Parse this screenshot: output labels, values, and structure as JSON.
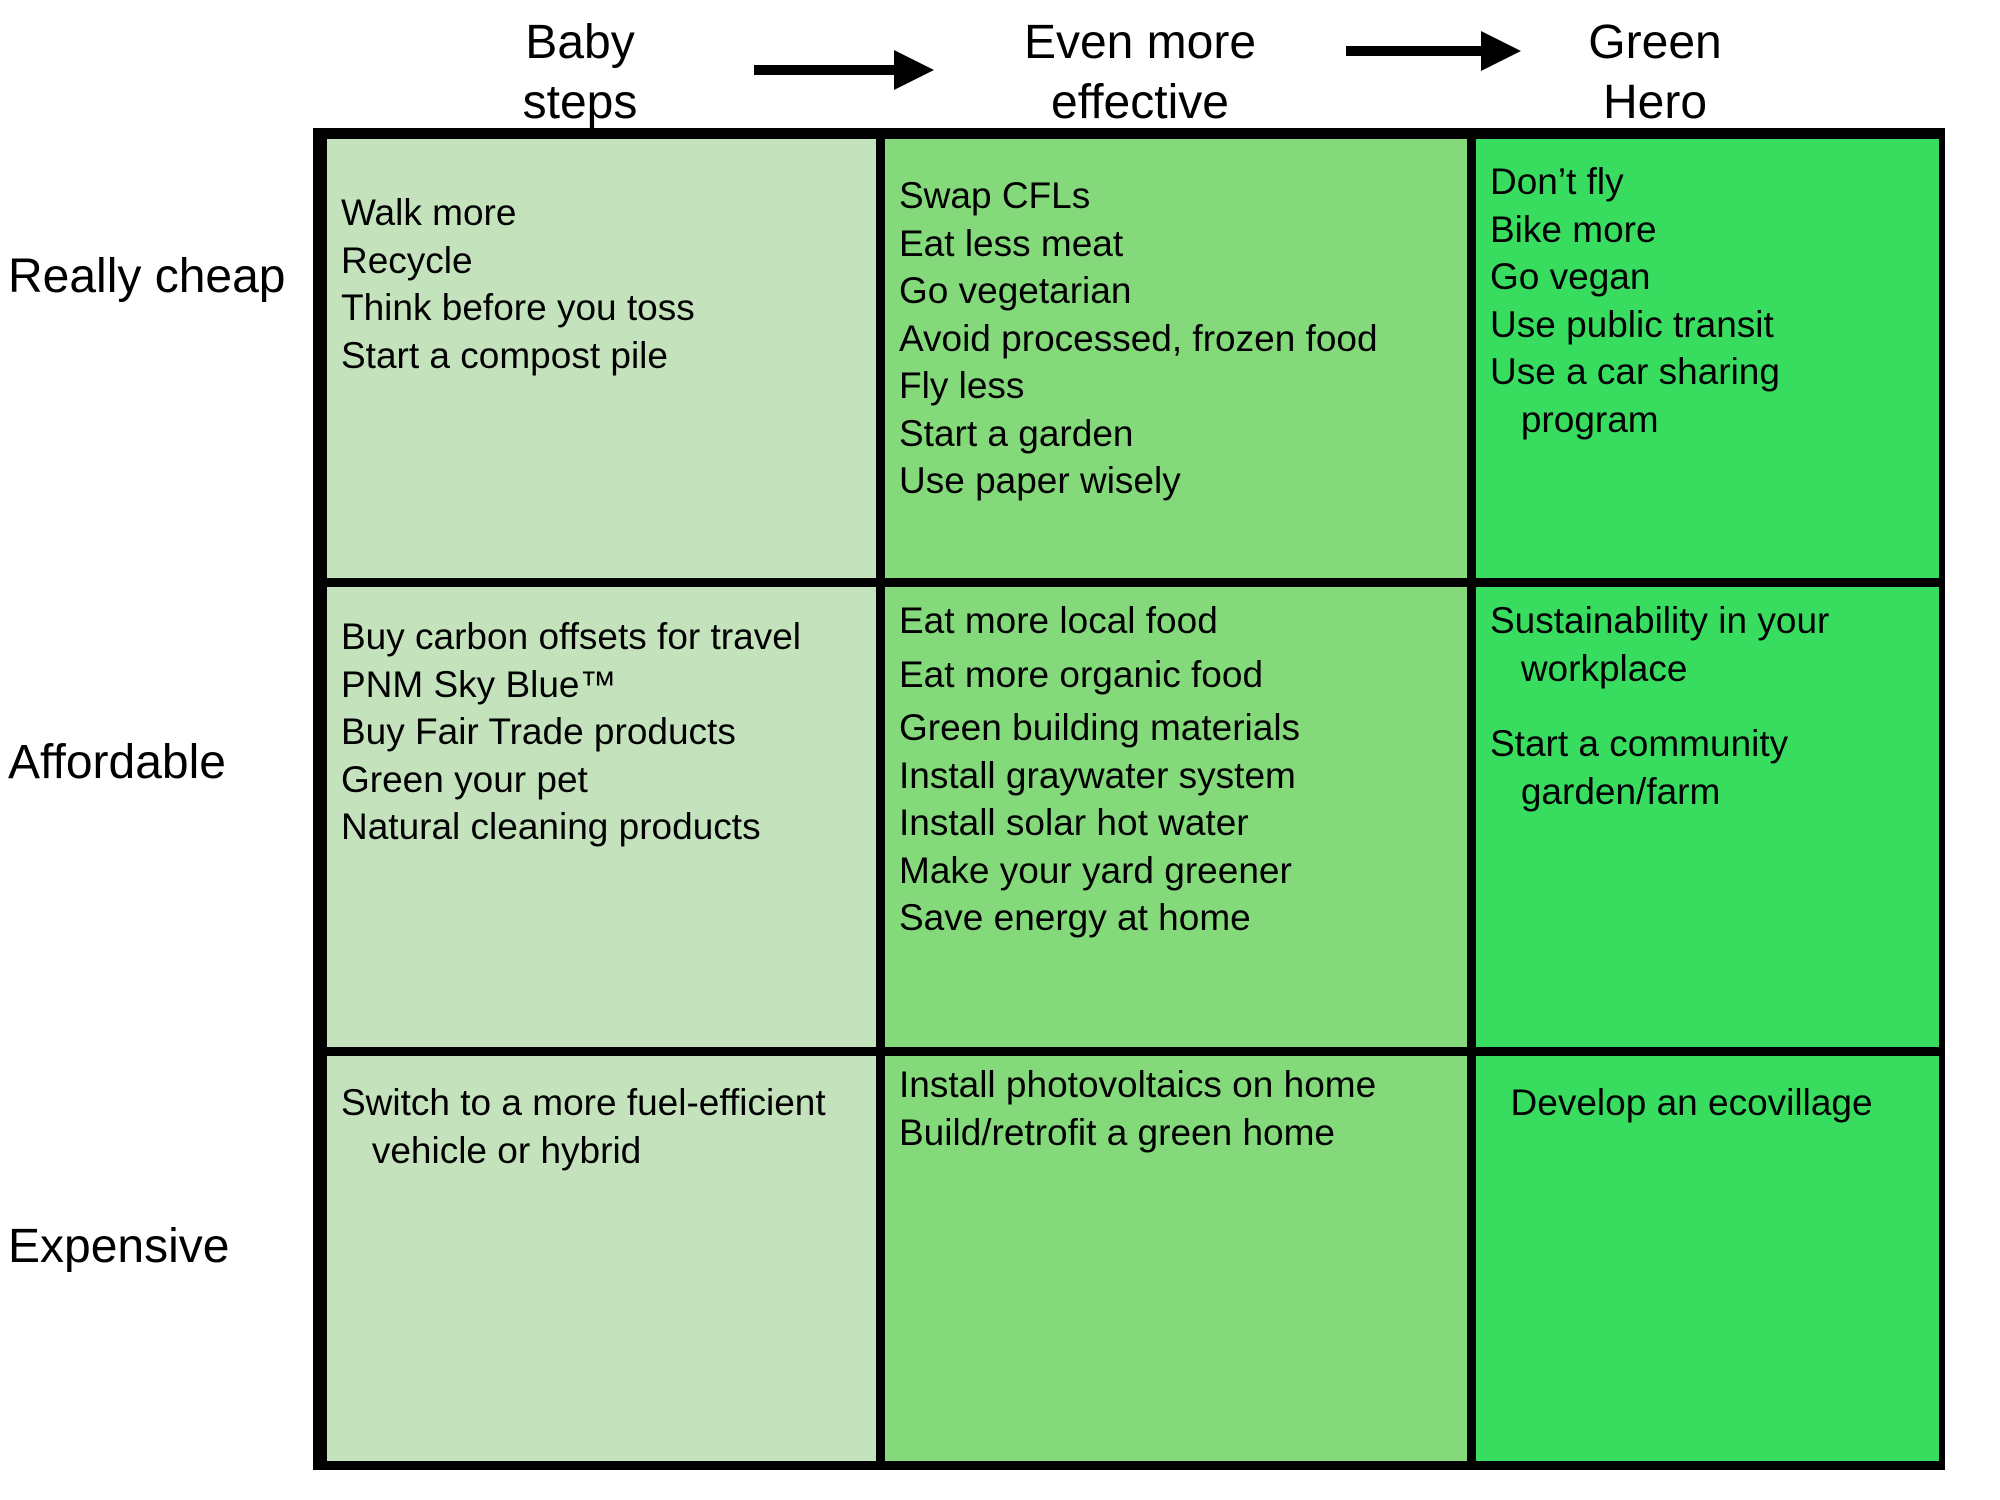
{
  "columns": [
    {
      "line1": "Baby",
      "line2": "steps"
    },
    {
      "line1": "Even more",
      "line2": "effective"
    },
    {
      "line1": "Green",
      "line2": "Hero"
    }
  ],
  "rows": [
    "Really cheap",
    "Affordable",
    "Expensive"
  ],
  "cells": [
    [
      [
        "Walk more",
        "Recycle",
        "Think before you toss",
        "Start a compost pile"
      ],
      [
        "Swap CFLs",
        "Eat less meat",
        "Go vegetarian",
        "Avoid processed, frozen food",
        "Fly less",
        "Start a garden",
        "Use paper wisely"
      ],
      [
        "Don’t fly",
        "Bike more",
        "Go vegan",
        "Use public transit",
        "Use a car sharing",
        "   program"
      ]
    ],
    [
      [
        "Buy carbon offsets for travel",
        "PNM Sky Blue™",
        "Buy Fair Trade products",
        "Green your pet",
        "Natural cleaning products"
      ],
      [
        "Eat more local food",
        "Eat more organic food",
        "Green building materials",
        "Install graywater system",
        "Install solar hot water",
        "Make your yard greener",
        "Save energy at home"
      ],
      [
        "Sustainability in your",
        "   workplace",
        "",
        "Start a community",
        "   garden/farm"
      ]
    ],
    [
      [
        "Switch to a more fuel-efficient",
        "   vehicle or hybrid"
      ],
      [
        "Install photovoltaics on home",
        "Build/retrofit a green home"
      ],
      [
        "  Develop an ecovillage"
      ]
    ]
  ],
  "colors": {
    "baby": "#c4e3bc",
    "effective": "#84d97a",
    "hero": "#38dd60",
    "border": "#000000"
  }
}
